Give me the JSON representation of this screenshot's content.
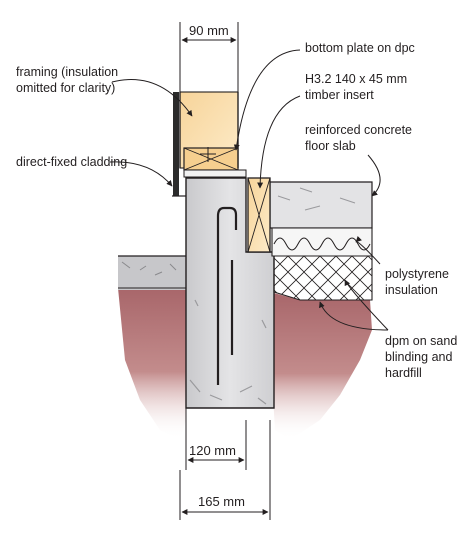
{
  "dimensions": {
    "top": "90 mm",
    "middle": "120 mm",
    "bottom": "165 mm"
  },
  "labels": {
    "framing_line1": "framing (insulation",
    "framing_line2": "omitted for clarity)",
    "cladding": "direct-fixed cladding",
    "bottom_plate": "bottom plate on dpc",
    "insert_line1": "H3.2 140 x 45 mm",
    "insert_line2": "timber insert",
    "slab_line1": "reinforced concrete",
    "slab_line2": "floor slab",
    "poly_line1": "polystyrene",
    "poly_line2": "insulation",
    "dpm_line1": "dpm on sand",
    "dpm_line2": "blinding and",
    "dpm_line3": "hardfill"
  },
  "colors": {
    "soil": "#a8666a",
    "soil_light": "#c99a98",
    "concrete": "#d9d9db",
    "concrete_light": "#eeeeef",
    "timber": "#f1c47c",
    "timber_light": "#fbe2b4",
    "insulation": "#f4f4f4",
    "line": "#231f20"
  }
}
